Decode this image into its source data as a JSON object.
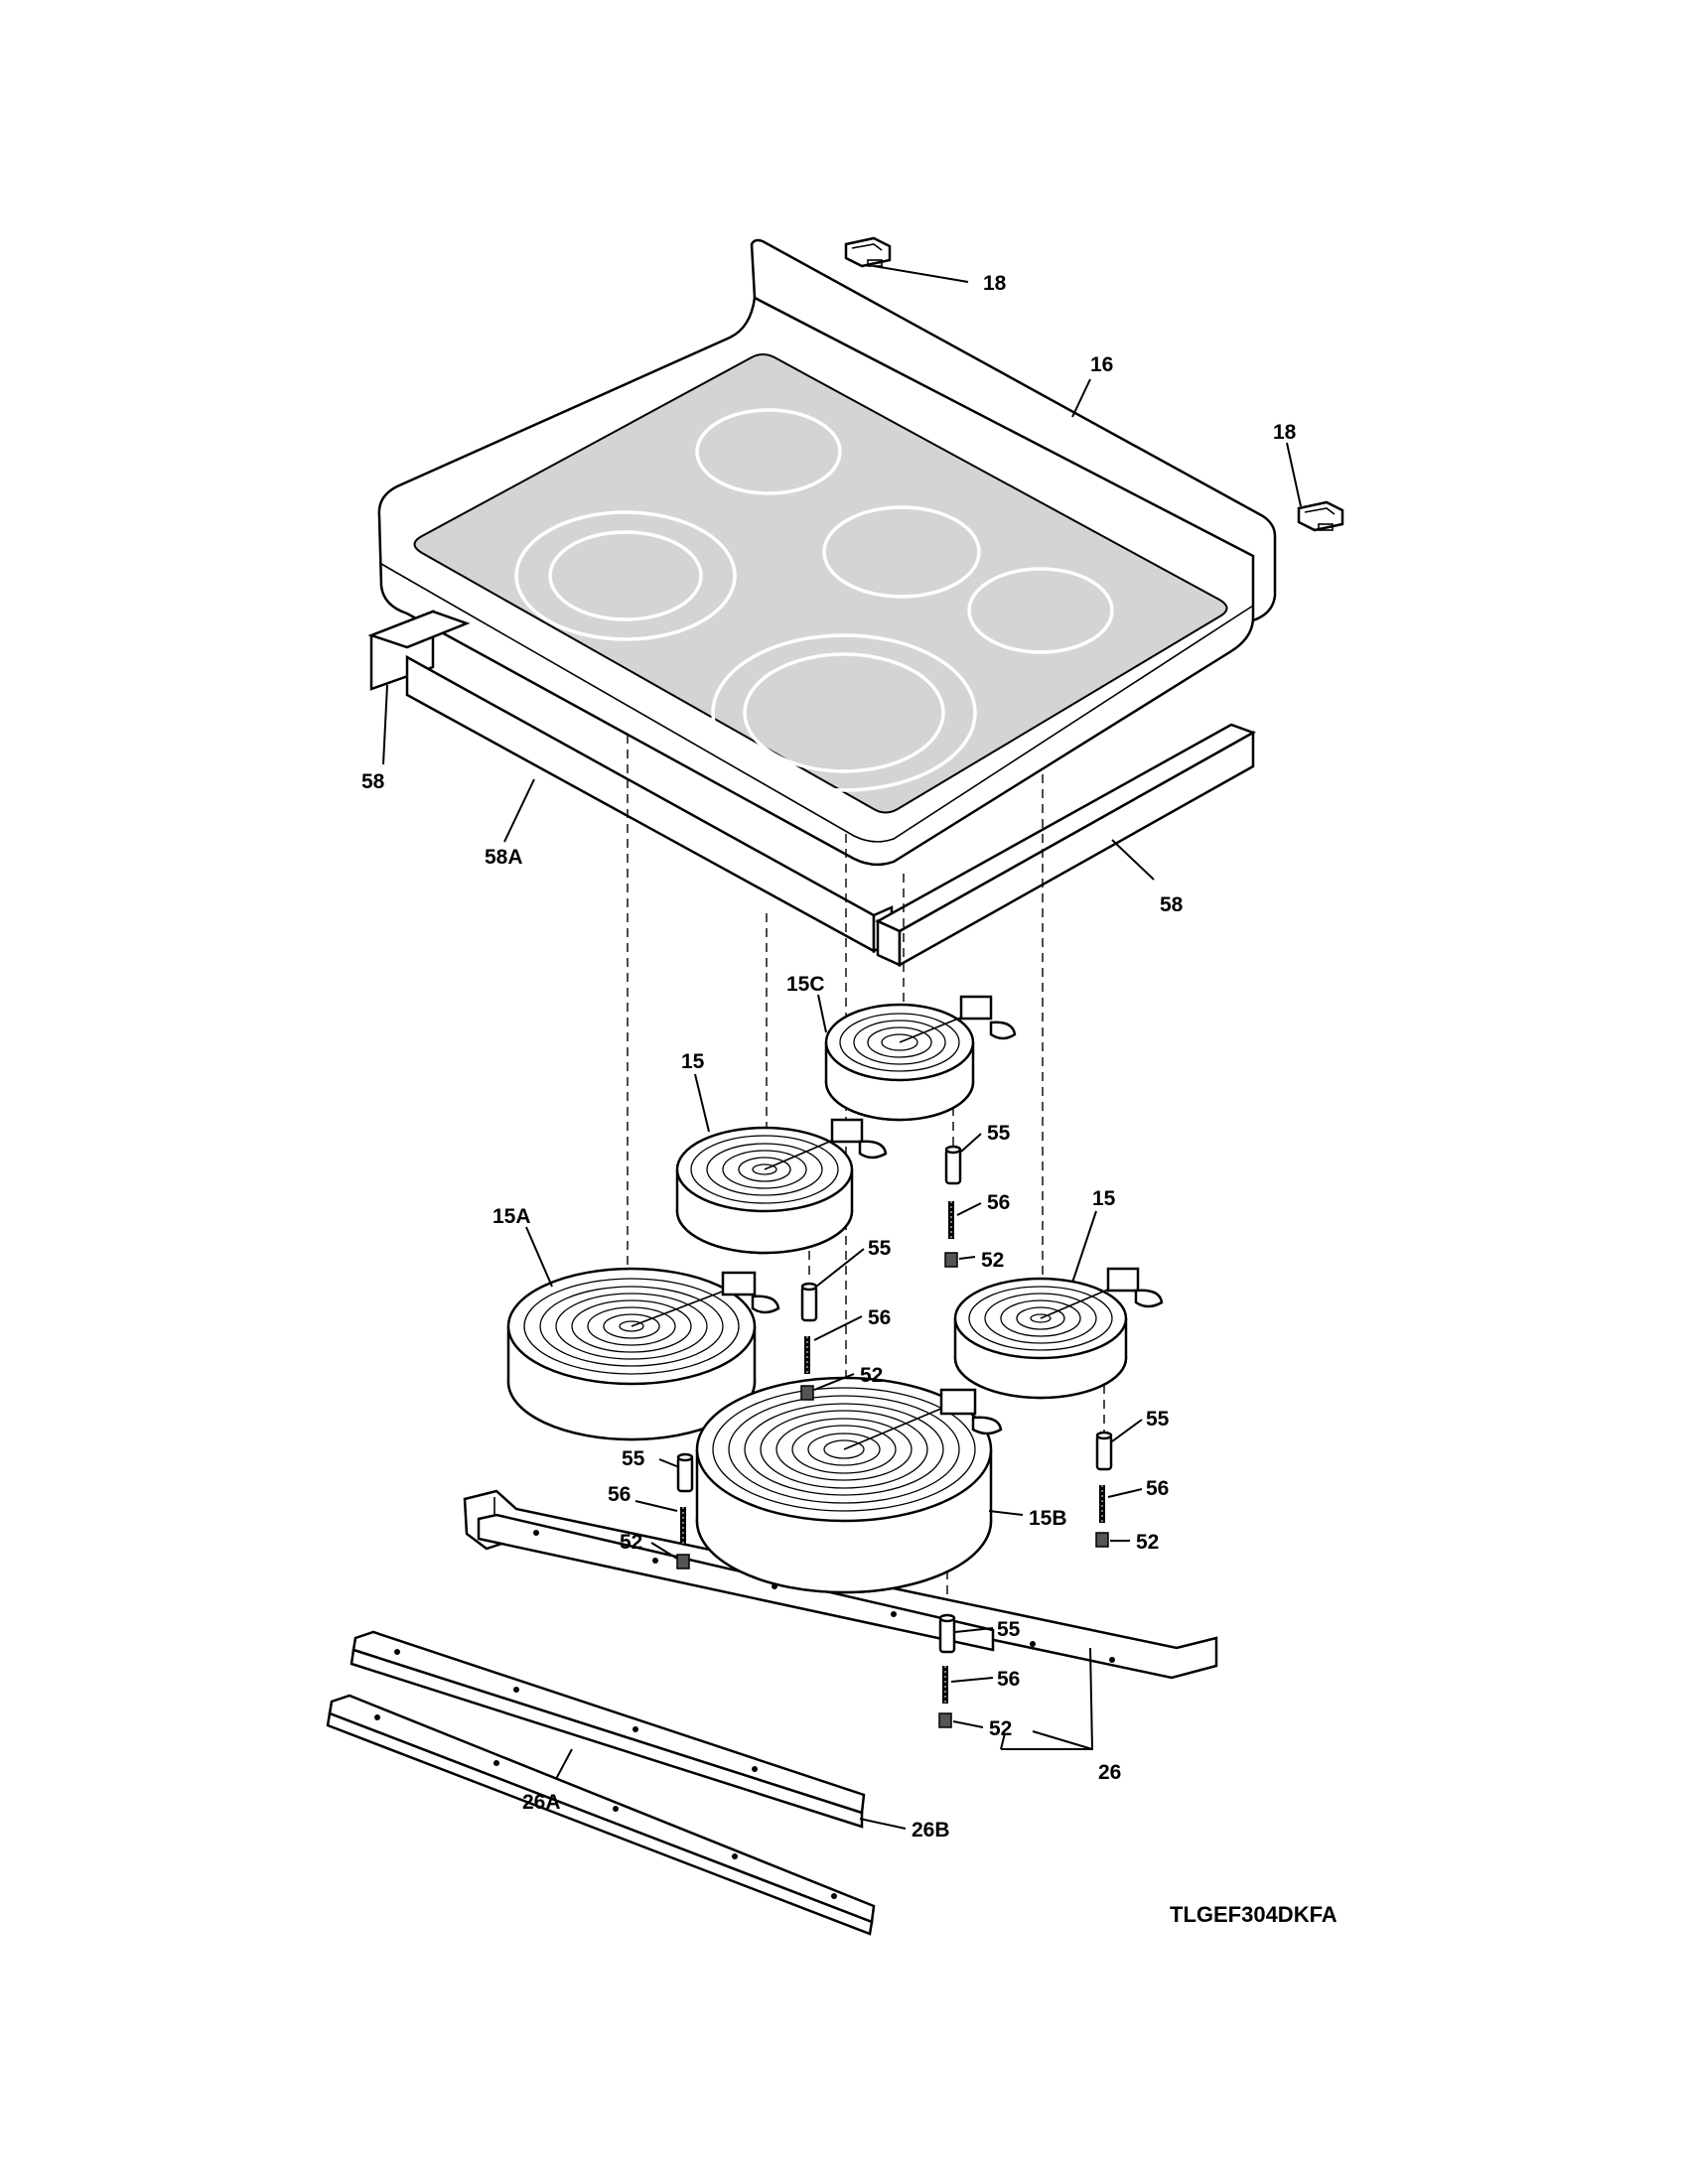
{
  "diagram": {
    "model_code": "TLGEF304DKFA",
    "labels": {
      "p16": "16",
      "p18_top": "18",
      "p18_right": "18",
      "p58_left": "58",
      "p58a": "58A",
      "p58_right": "58",
      "p15c": "15C",
      "p15_mid": "15",
      "p15a": "15A",
      "p15_right": "15",
      "p15b": "15B",
      "p55_a": "55",
      "p56_a": "56",
      "p52_a": "52",
      "p55_b": "55",
      "p56_b": "56",
      "p52_b": "52",
      "p55_c": "55",
      "p56_c": "56",
      "p52_c": "52",
      "p55_d": "55",
      "p56_d": "56",
      "p52_d": "52",
      "p55_e": "55",
      "p56_e": "56",
      "p52_e": "52",
      "p26": "26",
      "p26a": "26A",
      "p26b": "26B"
    }
  }
}
